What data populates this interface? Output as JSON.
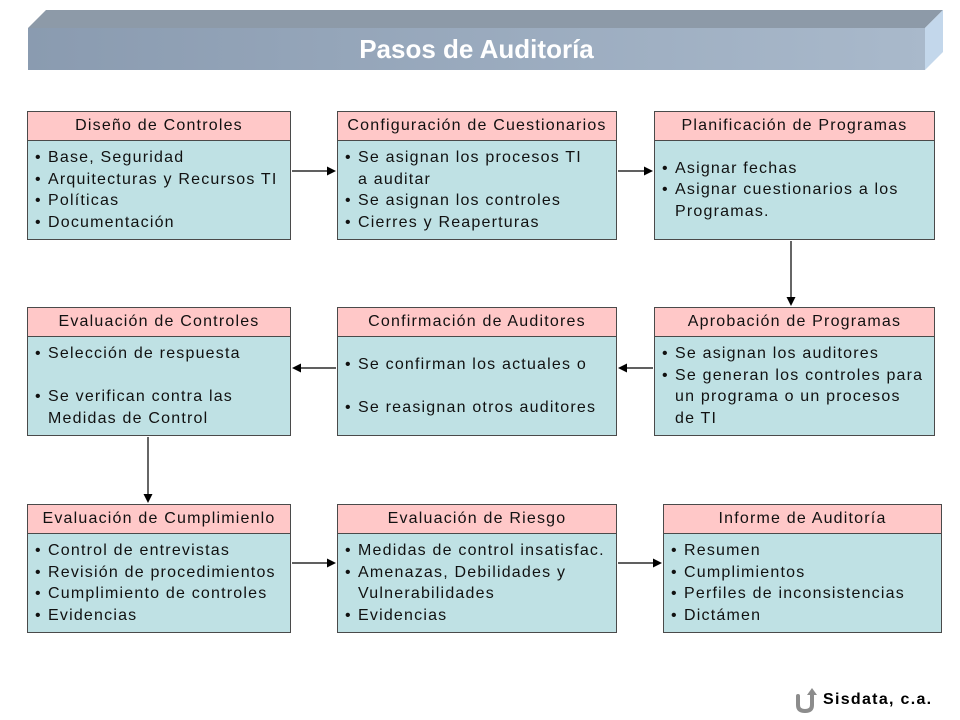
{
  "title": "Pasos de Auditoría",
  "steps": [
    {
      "title": "Diseño de Controles",
      "items": [
        [
          "Base, Seguridad"
        ],
        [
          "Arquitecturas y Recursos TI"
        ],
        [
          "Políticas"
        ],
        [
          "Documentación"
        ]
      ]
    },
    {
      "title": "Configuración de Cuestionarios",
      "items": [
        [
          "Se asignan los procesos TI",
          "a auditar"
        ],
        [
          "Se asignan los controles"
        ],
        [
          "Cierres y Reaperturas"
        ]
      ]
    },
    {
      "title": "Planificación de Programas",
      "items": [
        [
          "Asignar fechas"
        ],
        [
          "Asignar cuestionarios a los",
          "Programas."
        ]
      ]
    },
    {
      "title": "Aprobación de Programas",
      "items": [
        [
          "Se asignan los auditores"
        ],
        [
          "Se generan los controles para",
          "un programa o un procesos",
          "de TI"
        ]
      ]
    },
    {
      "title": "Confirmación de Auditores",
      "items": [
        [
          "Se confirman los actuales o"
        ],
        [
          "Se reasignan otros auditores"
        ]
      ]
    },
    {
      "title": "Evaluación de Controles",
      "items": [
        [
          "Selección de respuesta"
        ],
        [
          "Se verifican contra las",
          "Medidas de Control"
        ]
      ]
    },
    {
      "title": "Evaluación de Cumplimienlo",
      "items": [
        [
          "Control de entrevistas"
        ],
        [
          "Revisión de procedimientos"
        ],
        [
          "Cumplimiento de controles"
        ],
        [
          "Evidencias"
        ]
      ]
    },
    {
      "title": "Evaluación de Riesgo",
      "items": [
        [
          "Medidas de control insatisfac."
        ],
        [
          "Amenazas, Debilidades y",
          "Vulnerabilidades"
        ],
        [
          "Evidencias"
        ]
      ]
    },
    {
      "title": "Informe de Auditoría",
      "items": [
        [
          "Resumen"
        ],
        [
          "Cumplimientos"
        ],
        [
          "Perfiles de inconsistencias"
        ],
        [
          "Dictámen"
        ]
      ]
    }
  ],
  "footer": {
    "brand": "Sisdata, c.a.",
    "logo_icon": "sisdata-logo-icon"
  },
  "colors": {
    "header_fill": "#ffc8c8",
    "body_fill": "#bfe1e4",
    "border": "#4a4a4a",
    "text": "#111111",
    "banner_top": "#8d9aa8",
    "banner_front_left": "#8a9bb0",
    "banner_front_right": "#a9b9cb",
    "banner_side": "#c3d7eb",
    "title_text": "#ffffff",
    "arrow": "#000000",
    "logo": "#8c8c8c"
  }
}
